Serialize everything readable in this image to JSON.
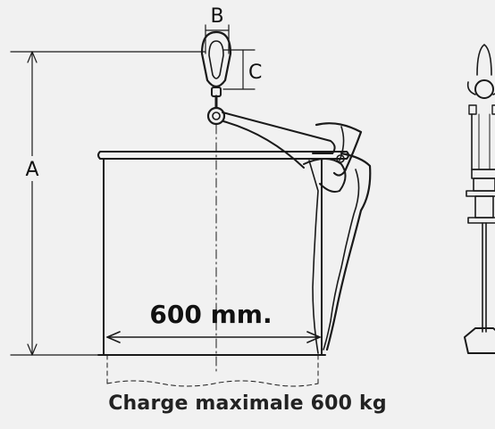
{
  "diagram": {
    "labels": {
      "a": "A",
      "b": "B",
      "c": "C",
      "width": "600 mm."
    }
  },
  "caption": {
    "text": "Charge maximale 600 kg"
  }
}
